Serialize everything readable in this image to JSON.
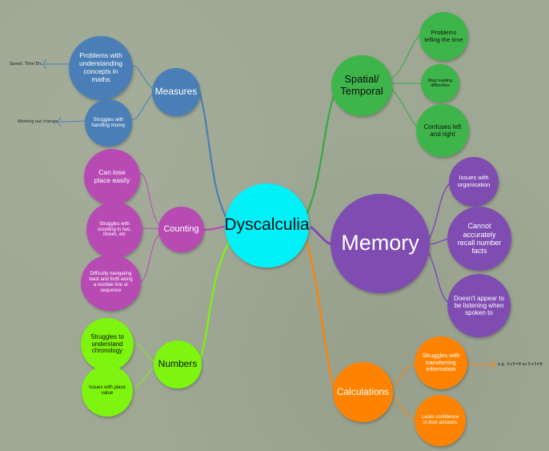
{
  "colors": {
    "center": "#00f2f8",
    "blue": "#4a7eb6",
    "magenta": "#b84ab4",
    "lime": "#7df50e",
    "green": "#3eb54a",
    "purple": "#7f4cb2",
    "orange": "#ff8300",
    "link_blue": "#4a7eb6",
    "link_magenta": "#b84ab4",
    "link_lime": "#7df50e",
    "link_green": "#36a843",
    "link_purple": "#7f4cb2",
    "link_orange": "#ff8300"
  },
  "center": {
    "label": "Dyscalculia"
  },
  "measures": {
    "label": "Measures",
    "items": [
      {
        "label": "Problems with understanding concepts in maths",
        "note": "Speed, Time Etc."
      },
      {
        "label": "Struggles with handling money",
        "note": "Working out change"
      }
    ]
  },
  "counting": {
    "label": "Counting",
    "items": [
      {
        "label": "Can lose place easily"
      },
      {
        "label": "Struggles with counting in two, threes, etc"
      },
      {
        "label": "Difficulty navigating back and forth along a number line or sequence"
      }
    ]
  },
  "numbers": {
    "label": "Numbers",
    "items": [
      {
        "label": "Struggles to understand chronology"
      },
      {
        "label": "Issues with place value"
      }
    ]
  },
  "spatial": {
    "label": "Spatial/ Temporal",
    "items": [
      {
        "label": "Problems telling the time"
      },
      {
        "label": "Map reading difficulties"
      },
      {
        "label": "Confuses left and right"
      }
    ]
  },
  "memory": {
    "label": "Memory",
    "items": [
      {
        "label": "Issues with organisation"
      },
      {
        "label": "Cannot accurately recall number facts"
      },
      {
        "label": "Doesn't appear to be listening when spoken to"
      }
    ]
  },
  "calculations": {
    "label": "Calculations",
    "items": [
      {
        "label": "Struggles with transferring information",
        "note": "e.g. 3+5=8 so 5+3=8"
      },
      {
        "label": "Lacks confidence in their answers"
      }
    ]
  }
}
